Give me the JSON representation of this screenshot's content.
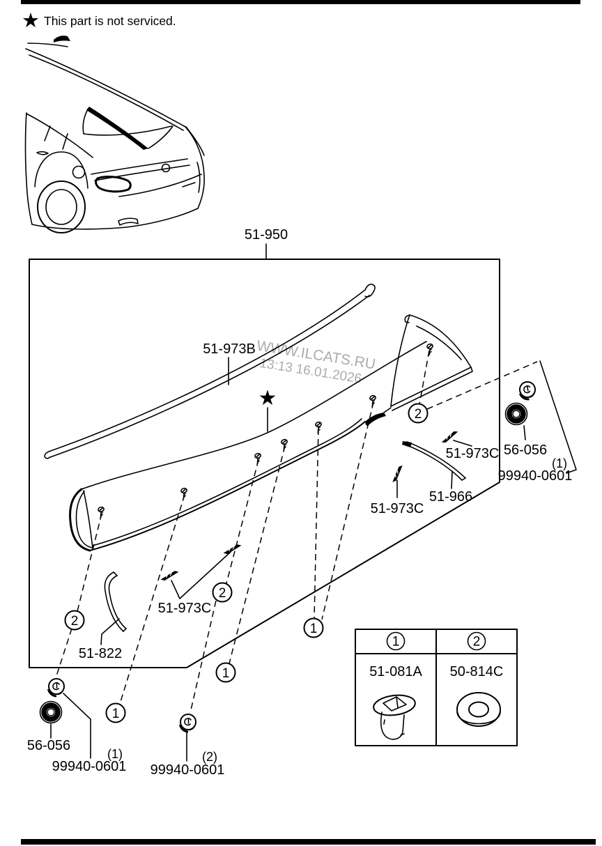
{
  "notice": {
    "star": "★",
    "text": "This part is not serviced."
  },
  "watermark": {
    "line1": "WWW.ILCATS.RU",
    "line2": "13:13 16.01.2026"
  },
  "assembly": {
    "code": "51-950"
  },
  "labels": {
    "star_marker": "★",
    "strip": "51-973B",
    "clip_left": "51-973C",
    "clip_mid": "51-973C",
    "clip_right": "51-973C",
    "molding_right": "51-966",
    "molding_left": "51-822",
    "grommet_left": "56-056",
    "grommet_right": "56-056",
    "screw_left_qty": "(1)",
    "screw_left_code": "99940-0601",
    "screw_mid_qty": "(2)",
    "screw_mid_code": "99940-0601",
    "screw_right_qty": "(1)",
    "screw_right_code": "99940-0601"
  },
  "callouts": {
    "one": "1",
    "two": "2"
  },
  "legend": {
    "col1": {
      "callout": "1",
      "code": "51-081A"
    },
    "col2": {
      "callout": "2",
      "code": "50-814C"
    }
  }
}
